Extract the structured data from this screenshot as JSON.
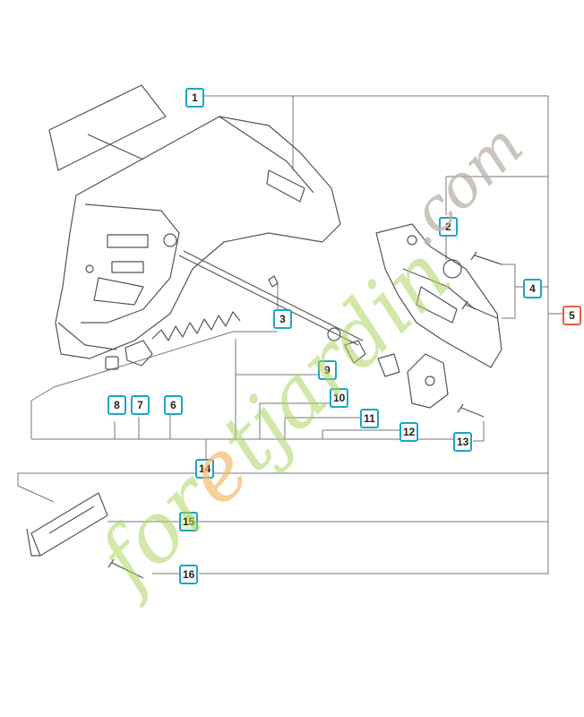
{
  "callouts": {
    "c1": "1",
    "c2": "2",
    "c3": "3",
    "c4": "4",
    "c5": "5",
    "c6": "6",
    "c7": "7",
    "c8": "8",
    "c9": "9",
    "c10": "10",
    "c11": "11",
    "c12": "12",
    "c13": "13",
    "c14": "14",
    "c15": "15",
    "c16": "16"
  },
  "watermark": {
    "part1": "for",
    "part2": "e",
    "part3": "tjardin",
    "part4": ".com"
  },
  "colors": {
    "callout_border": "#1aa6c9",
    "callout_border_alt": "#e8603a",
    "line": "#555555",
    "watermark_green": "#acd662",
    "watermark_orange": "#f4ba6e",
    "watermark_gray": "#b8b0a6"
  }
}
